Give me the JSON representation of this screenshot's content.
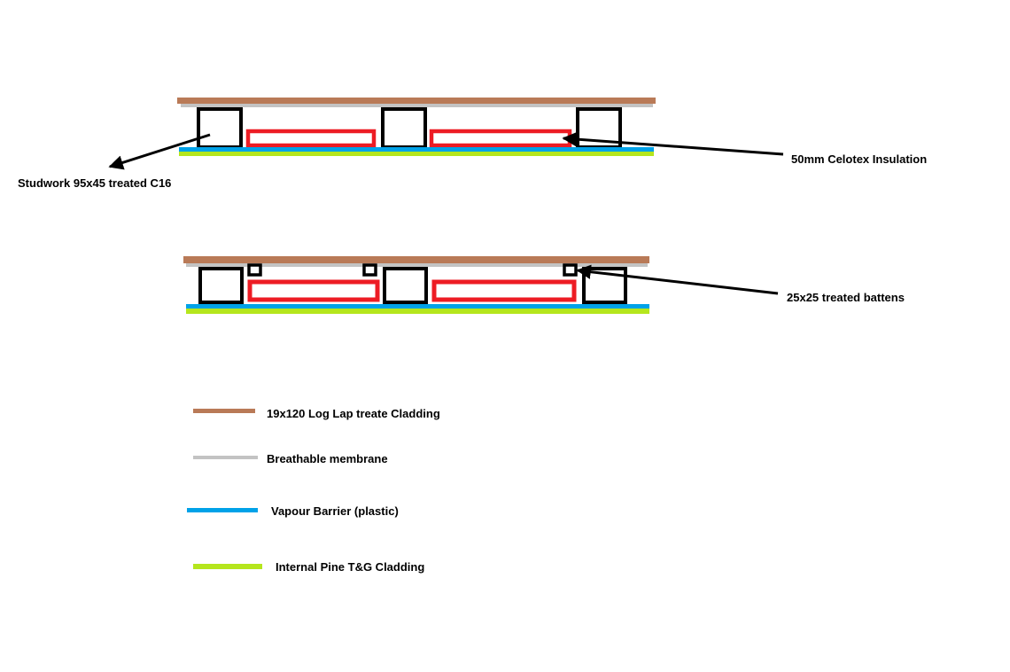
{
  "colors": {
    "cladding_brown": "#b97a57",
    "membrane_gray": "#c3c3c3",
    "vapour_blue": "#00a2e8",
    "pine_green": "#b5e61d",
    "insulation_red": "#ed1c24",
    "outline_black": "#000000",
    "background": "#ffffff"
  },
  "annotations": {
    "studwork_label": "Studwork 95x45 treated C16",
    "insulation_label": "50mm Celotex Insulation",
    "battens_label": "25x25 treated battens"
  },
  "legend": {
    "items": [
      {
        "label": "19x120 Log Lap treate Cladding",
        "color": "#b97a57"
      },
      {
        "label": "Breathable membrane",
        "color": "#c3c3c3"
      },
      {
        "label": "Vapour Barrier (plastic)",
        "color": "#00a2e8"
      },
      {
        "label": "Internal Pine T&G Cladding",
        "color": "#b5e61d"
      }
    ]
  }
}
